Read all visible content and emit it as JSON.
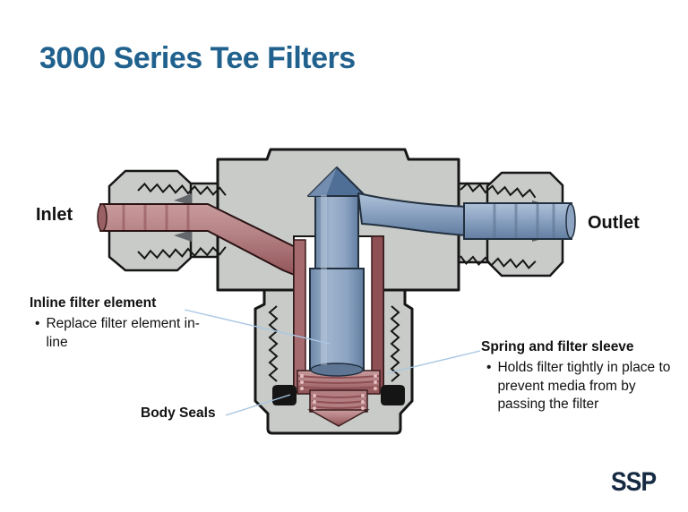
{
  "title": {
    "text": "3000 Series Tee Filters"
  },
  "logo": {
    "text": "SSP"
  },
  "bullet_char": "•",
  "labels": {
    "inlet": "Inlet",
    "outlet": "Outlet",
    "inline_filter": {
      "heading": "Inline filter element",
      "bullet": "Replace filter element in-line"
    },
    "spring_sleeve": {
      "heading": "Spring and filter sleeve",
      "bullet": "Holds filter tightly in place to prevent media from by passing the filter"
    },
    "body_seals": "Body Seals"
  },
  "palette": {
    "title_blue": "#20618E",
    "body_gray": "#C8CBC7",
    "outline": "#161616",
    "inlet_red": "#B27E81",
    "inlet_red_dark": "#8E5054",
    "outlet_blue": "#8CA3C2",
    "outlet_blue_dark": "#5E7694",
    "filter_blue": "#7D94B3",
    "cavity_white": "#FFFFFF",
    "seal_black": "#151515",
    "leader_blue": "#A9C7E3",
    "logo_navy": "#152A42"
  }
}
